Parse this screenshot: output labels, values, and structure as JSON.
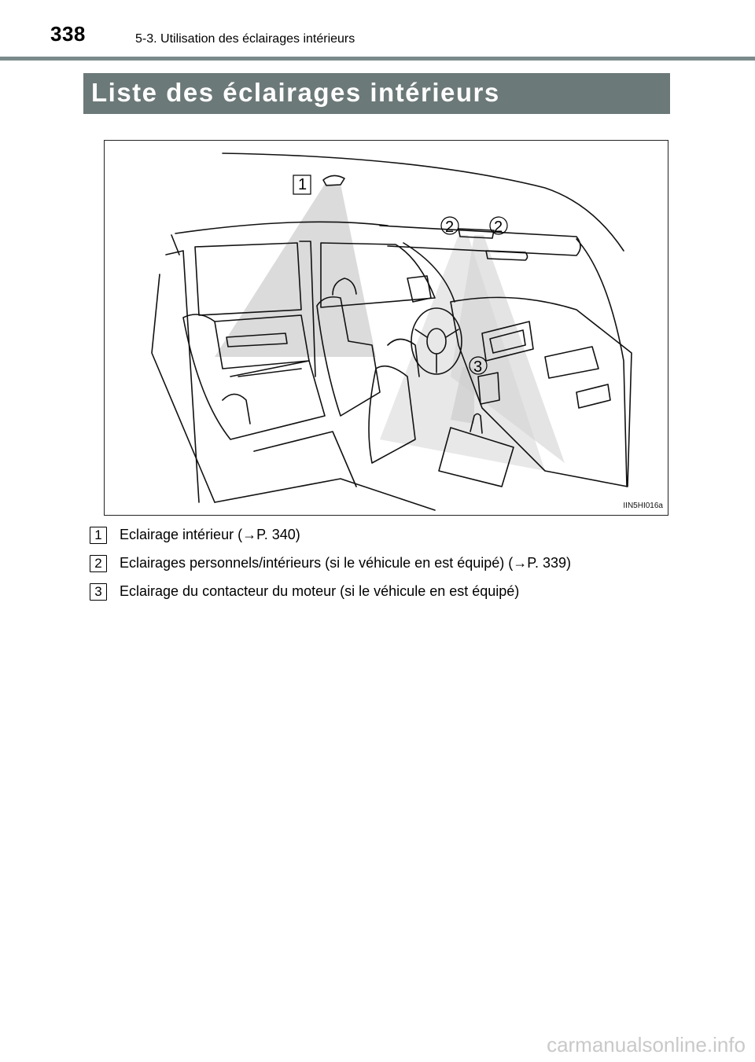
{
  "header": {
    "page_number": "338",
    "running_head": "5-3. Utilisation des éclairages intérieurs"
  },
  "section": {
    "title": "Liste des éclairages intérieurs"
  },
  "figure": {
    "code": "IIN5HI016a",
    "callouts": [
      "1",
      "2",
      "2",
      "3"
    ]
  },
  "legend": {
    "items": [
      {
        "num": "1",
        "text": "Eclairage intérieur (→P. 340)"
      },
      {
        "num": "2",
        "text": "Eclairages personnels/intérieurs (si le véhicule en est équipé) (→P. 339)"
      },
      {
        "num": "3",
        "text": "Eclairage du contacteur du moteur (si le véhicule en est équipé)"
      }
    ]
  },
  "watermark": "carmanualsonline.info",
  "colors": {
    "title_bar": "#6b7978",
    "header_rule": "#7b8a8b",
    "light_beam": "#d5d5d5"
  }
}
